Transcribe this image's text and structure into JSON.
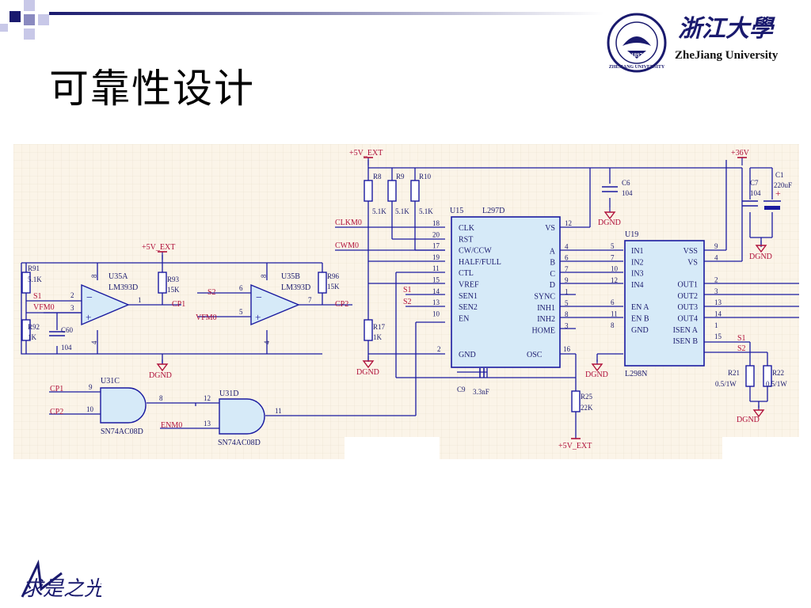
{
  "slide": {
    "title": "可靠性设计",
    "university": {
      "english_name": "ZheJiang University",
      "seal_text": "ZHEJIANG UNIVERSITY",
      "seal_year": "1897",
      "calligraphy": "浙江大學"
    },
    "bottom_logo_calligraphy": "求是之光"
  },
  "colors": {
    "wire": "#1a1aa0",
    "label": "#b0103a",
    "component": "#1a1aa0",
    "grid_background": "#fbf4e8",
    "grid_line": "#eadfcc",
    "opamp_fill": "#d6eaf8"
  },
  "schematic": {
    "power": {
      "p5v_ext": "+5V_EXT",
      "p36v": "+36V",
      "dgnd": "DGND"
    },
    "u35a": {
      "ref": "U35A",
      "part": "LM393D",
      "pin_in_plus": "2",
      "pin_in_minus": "3",
      "pin_out": "1",
      "pin_vcc": "8",
      "pin_gnd": "4"
    },
    "u35b": {
      "ref": "U35B",
      "part": "LM393D",
      "pin_in_plus": "6",
      "pin_in_minus": "5",
      "pin_out": "7",
      "pin_vcc": "8",
      "pin_gnd": "4"
    },
    "resistors": {
      "r91": {
        "ref": "R91",
        "value": "5.1K"
      },
      "r92": {
        "ref": "R92",
        "value": "1K"
      },
      "r93": {
        "ref": "R93",
        "value": "15K"
      },
      "r96": {
        "ref": "R96",
        "value": "15K"
      },
      "r8": {
        "ref": "R8",
        "value": "5.1K"
      },
      "r9": {
        "ref": "R9",
        "value": "5.1K"
      },
      "r10": {
        "ref": "R10",
        "value": "5.1K"
      },
      "r17": {
        "ref": "R17",
        "value": "1K"
      },
      "r25": {
        "ref": "R25",
        "value": "22K"
      },
      "r21": {
        "ref": "R21",
        "value": "0.5/1W"
      },
      "r22": {
        "ref": "R22",
        "value": "0.5/1W"
      }
    },
    "capacitors": {
      "c60": {
        "ref": "C60",
        "value": "104"
      },
      "c6": {
        "ref": "C6",
        "value": "104"
      },
      "c7": {
        "ref": "C7",
        "value": "104"
      },
      "c1": {
        "ref": "C1",
        "value": "220uF"
      },
      "c9": {
        "ref": "C9",
        "value": "3.3nF"
      }
    },
    "nets": {
      "s1": "S1",
      "s2": "S2",
      "vfm0": "VFM0",
      "cp1": "CP1",
      "cp2": "CP2",
      "clkm0": "CLKM0",
      "cwm0": "CWM0",
      "enm0": "ENM0"
    },
    "u15": {
      "ref": "U15",
      "part": "L297D",
      "left_pins": [
        {
          "num": "18",
          "name": "CLK"
        },
        {
          "num": "20",
          "name": "RST"
        },
        {
          "num": "17",
          "name": "CW/CCW"
        },
        {
          "num": "19",
          "name": "HALF/FULL"
        },
        {
          "num": "11",
          "name": "CTL"
        },
        {
          "num": "15",
          "name": "VREF"
        },
        {
          "num": "14",
          "name": "SEN1"
        },
        {
          "num": "13",
          "name": "SEN2"
        },
        {
          "num": "10",
          "name": "EN"
        }
      ],
      "right_pins": [
        {
          "num": "12",
          "name": "VS"
        },
        {
          "num": "4",
          "name": "A"
        },
        {
          "num": "6",
          "name": "B"
        },
        {
          "num": "7",
          "name": "C"
        },
        {
          "num": "9",
          "name": "D"
        },
        {
          "num": "1",
          "name": "SYNC"
        },
        {
          "num": "5",
          "name": "INH1"
        },
        {
          "num": "8",
          "name": "INH2"
        },
        {
          "num": "3",
          "name": "HOME"
        }
      ],
      "gnd_pin": {
        "num": "2",
        "name": "GND"
      },
      "osc_pin": {
        "num": "16",
        "name": "OSC"
      }
    },
    "u19": {
      "ref": "U19",
      "part": "L298N",
      "left_pins": [
        {
          "num": "5",
          "name": "IN1"
        },
        {
          "num": "7",
          "name": "IN2"
        },
        {
          "num": "10",
          "name": "IN3"
        },
        {
          "num": "12",
          "name": "IN4"
        },
        {
          "num": "6",
          "name": "EN A"
        },
        {
          "num": "11",
          "name": "EN B"
        },
        {
          "num": "8",
          "name": "GND"
        }
      ],
      "right_pins": [
        {
          "num": "9",
          "name": "VSS"
        },
        {
          "num": "4",
          "name": "VS"
        },
        {
          "num": "2",
          "name": "OUT1"
        },
        {
          "num": "3",
          "name": "OUT2"
        },
        {
          "num": "13",
          "name": "OUT3"
        },
        {
          "num": "14",
          "name": "OUT4"
        },
        {
          "num": "1",
          "name": "ISEN A"
        },
        {
          "num": "15",
          "name": "ISEN B"
        }
      ]
    },
    "u31c": {
      "ref": "U31C",
      "part": "SN74AC08D",
      "pin_a": "9",
      "pin_b": "10",
      "pin_y": "8"
    },
    "u31d": {
      "ref": "U31D",
      "part": "SN74AC08D",
      "pin_a": "12",
      "pin_b": "13",
      "pin_y": "11"
    }
  }
}
